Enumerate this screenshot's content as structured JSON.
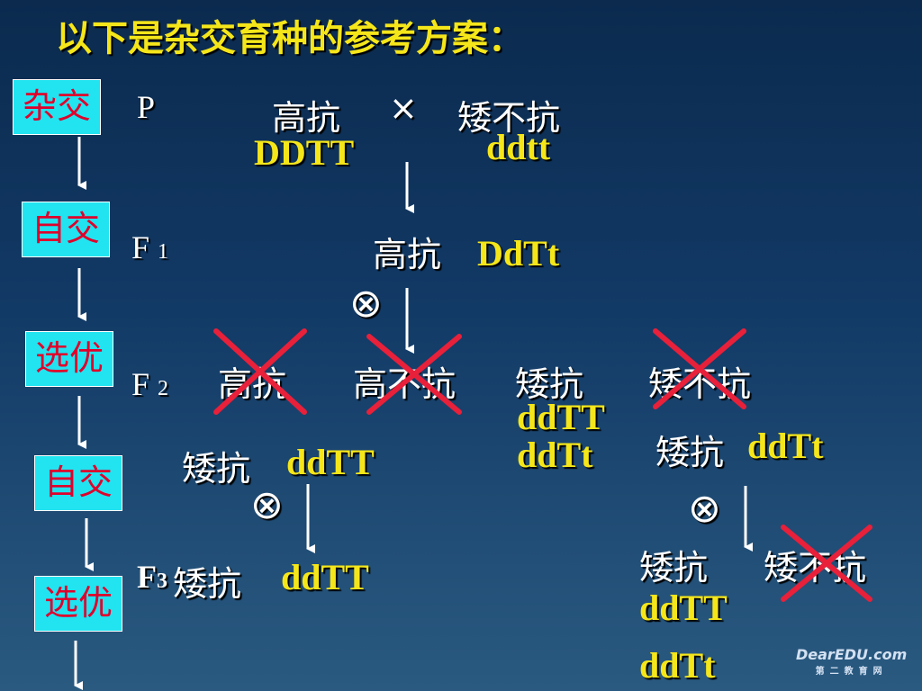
{
  "title": "以下是杂交育种的参考方案：",
  "steps": [
    "杂交",
    "自交",
    "选优",
    "自交",
    "选优"
  ],
  "gens": {
    "p": "P",
    "f": "F",
    "f1_sub": "1",
    "f2_sub": "2",
    "f3_sub": "3"
  },
  "p": {
    "parent1": "高抗",
    "cross": "×",
    "parent2": "矮不抗",
    "parent1_geno": "DDTT",
    "parent2_geno": "ddtt"
  },
  "f1": {
    "pheno": "高抗",
    "geno": "DdTt",
    "self": "⊗"
  },
  "f2": {
    "phenos": [
      "高抗",
      "高不抗",
      "矮抗",
      "矮不抗"
    ],
    "aikang_genos": [
      "ddTT",
      "ddTt"
    ]
  },
  "branch_left": {
    "pheno": "矮抗",
    "geno": "ddTT",
    "self": "⊗",
    "f3_pheno": "矮抗",
    "f3_geno": "ddTT"
  },
  "branch_right": {
    "pheno": "矮抗",
    "geno": "ddTt",
    "self": "⊗",
    "phenos": [
      "矮抗",
      "矮不抗"
    ],
    "genos": [
      "ddTT",
      "ddTt"
    ]
  },
  "logo": {
    "main": "DearEDU.com",
    "sub": "第二教育网"
  },
  "colors": {
    "background": "#123a66",
    "yellow": "#f5e61a",
    "cyan_box": "#22e3f0",
    "red_text": "#e0002a",
    "cross_mark": "#e8203a"
  }
}
